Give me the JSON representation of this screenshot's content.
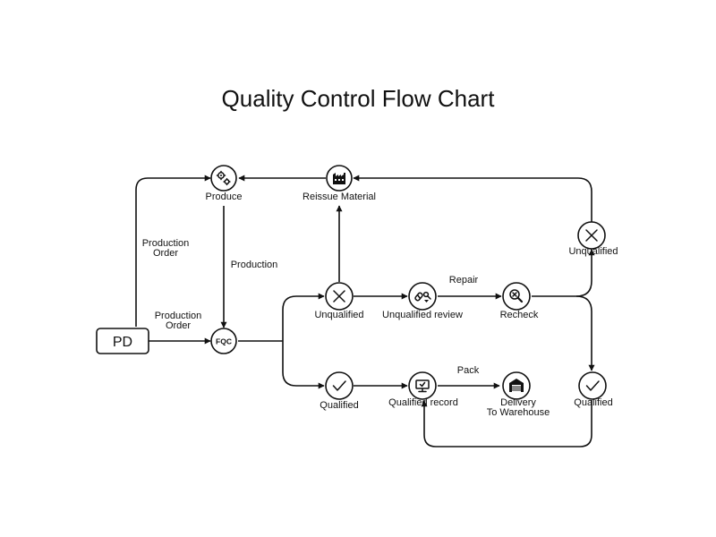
{
  "title": "Quality Control Flow Chart",
  "nodes": {
    "pd": "PD",
    "produce": "Produce",
    "reissue_material": "Reissue Material",
    "fqc": "FQC",
    "unqualified": "Unqualified",
    "unqualified_review": "Unqualified review",
    "recheck": "Recheck",
    "unqualified_recheck": "Unqualified",
    "qualified": "Qualified",
    "qualified_record": "Qualified record",
    "delivery_line1": "Delivery",
    "delivery_line2": "To Warehouse",
    "qualified_recheck": "Qualified"
  },
  "edges": {
    "production_order_top_line1": "Production",
    "production_order_top_line2": "Order",
    "production": "Production",
    "production_order_mid_line1": "Production",
    "production_order_mid_line2": "Order",
    "repair": "Repair",
    "pack": "Pack"
  },
  "icons": {
    "produce": "gears-icon",
    "reissue_material": "factory-icon",
    "fqc": "fqc-badge-icon",
    "unqualified": "x-mark-icon",
    "unqualified_review": "review-tools-icon",
    "recheck": "magnifier-x-icon",
    "unqualified_recheck": "x-mark-icon",
    "qualified": "check-mark-icon",
    "qualified_record": "monitor-icon",
    "delivery": "warehouse-icon",
    "qualified_recheck": "check-mark-icon"
  }
}
